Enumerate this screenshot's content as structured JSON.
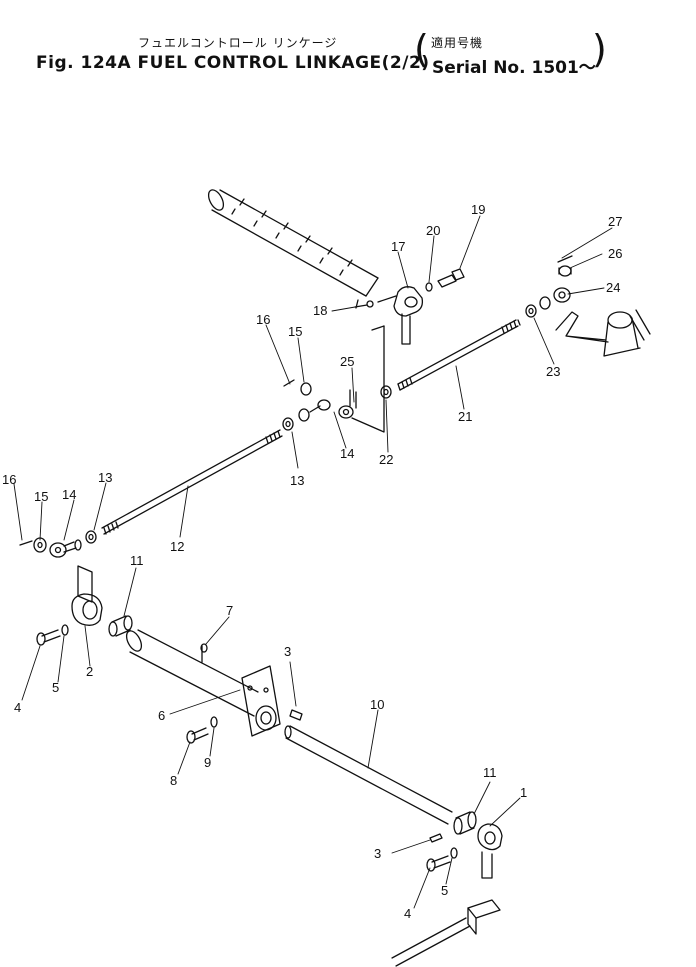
{
  "header": {
    "title_jp": "フュエルコントロール リンケージ",
    "title_en": "Fig. 124A  FUEL CONTROL LINKAGE(2/2)",
    "serial_jp": "適用号機",
    "serial_en": "Serial No. 1501～"
  },
  "part_labels": {
    "p1": "1",
    "p2": "2",
    "p3a": "3",
    "p3b": "3",
    "p4a": "4",
    "p4b": "4",
    "p5a": "5",
    "p5b": "5",
    "p6": "6",
    "p7": "7",
    "p8": "8",
    "p9": "9",
    "p10": "10",
    "p11a": "11",
    "p11b": "11",
    "p12": "12",
    "p13a": "13",
    "p13b": "13",
    "p14a": "14",
    "p14b": "14",
    "p15a": "15",
    "p15b": "15",
    "p16a": "16",
    "p16b": "16",
    "p17": "17",
    "p18": "18",
    "p19": "19",
    "p20": "20",
    "p21": "21",
    "p22": "22",
    "p23": "23",
    "p24": "24",
    "p25": "25",
    "p26": "26",
    "p27": "27"
  }
}
